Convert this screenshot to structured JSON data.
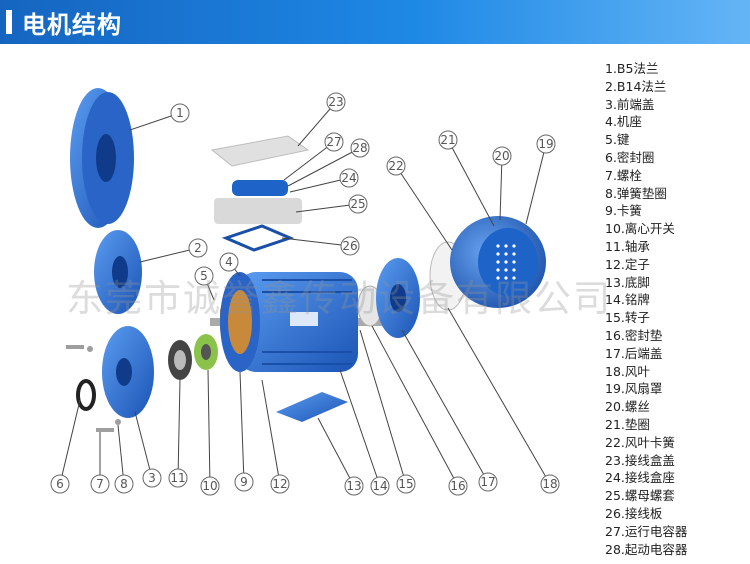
{
  "header": {
    "title": "电机结构",
    "accent": "#1e88e5"
  },
  "parts": [
    "1.B5法兰",
    "2.B14法兰",
    "3.前端盖",
    "4.机座",
    "5.键",
    "6.密封圈",
    "7.螺栓",
    "8.弹簧垫圈",
    "9.卡簧",
    "10.离心开关",
    "11.轴承",
    "12.定子",
    "13.底脚",
    "14.铭牌",
    "15.转子",
    "16.密封垫",
    "17.后端盖",
    "18.风叶",
    "19.风扇罩",
    "20.螺丝",
    "21.垫圈",
    "22.风叶卡簧",
    "23.接线盒盖",
    "24.接线盒座",
    "25.螺母螺套",
    "26.接线板",
    "27.运行电容器",
    "28.起动电容器"
  ],
  "callouts": [
    "1",
    "2",
    "3",
    "4",
    "5",
    "6",
    "7",
    "8",
    "9",
    "10",
    "11",
    "12",
    "13",
    "14",
    "15",
    "16",
    "17",
    "18",
    "19",
    "20",
    "21",
    "22",
    "23",
    "24",
    "25",
    "26",
    "27",
    "28"
  ],
  "watermark": "东莞市诚誉鑫传动设备有限公司",
  "colors": {
    "motor_blue": "#1e63c8",
    "motor_light": "#4f8fe8",
    "grey_part": "#d9d9d9"
  }
}
